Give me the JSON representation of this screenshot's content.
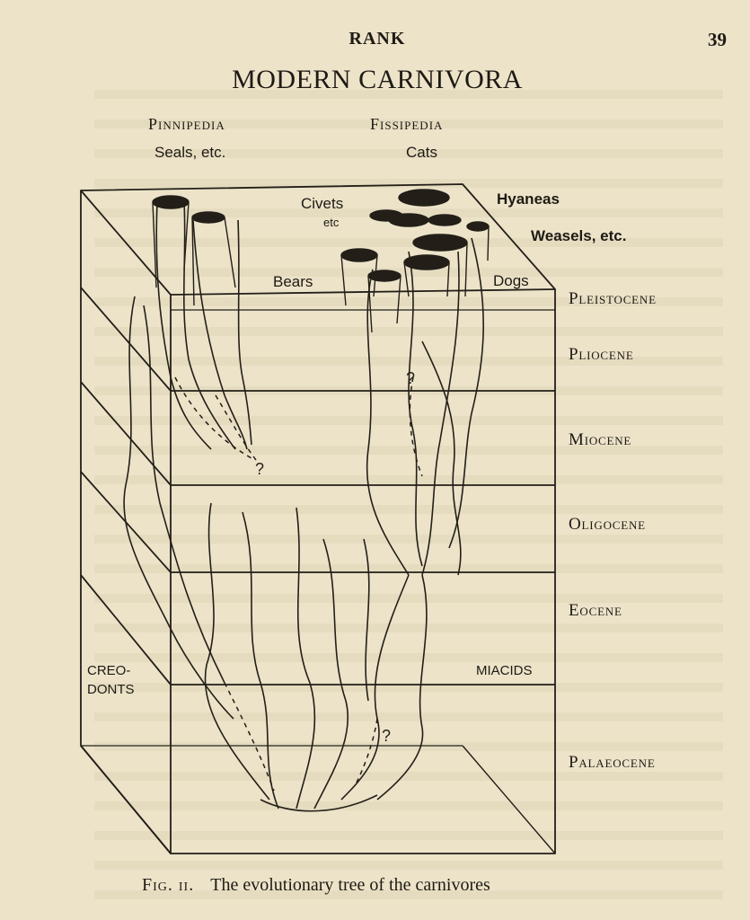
{
  "page_header": {
    "rank": "RANK",
    "page_number": "39"
  },
  "figure": {
    "title": "MODERN CARNIVORA",
    "groups": {
      "pinnipedia": "Pinnipedia",
      "pinnipedia_example": "Seals, etc.",
      "fissipedia": "Fissipedia",
      "fissipedia_example": "Cats"
    },
    "taxa": {
      "civets": "Civets",
      "civets_etc": "etc",
      "hyaenas": "Hyaneas",
      "weasels": "Weasels, etc.",
      "bears": "Bears",
      "dogs": "Dogs",
      "creodonts_1": "CREO-",
      "creodonts_2": "DONTS",
      "miacids": "MIACIDS"
    },
    "epochs": [
      "Pleistocene",
      "Pliocene",
      "Miocene",
      "Oligocene",
      "Eocene",
      "Palaeocene"
    ],
    "question_mark": "?",
    "caption_number": "Fig. ii.",
    "caption_text": "The evolutionary tree of the carnivores"
  }
}
